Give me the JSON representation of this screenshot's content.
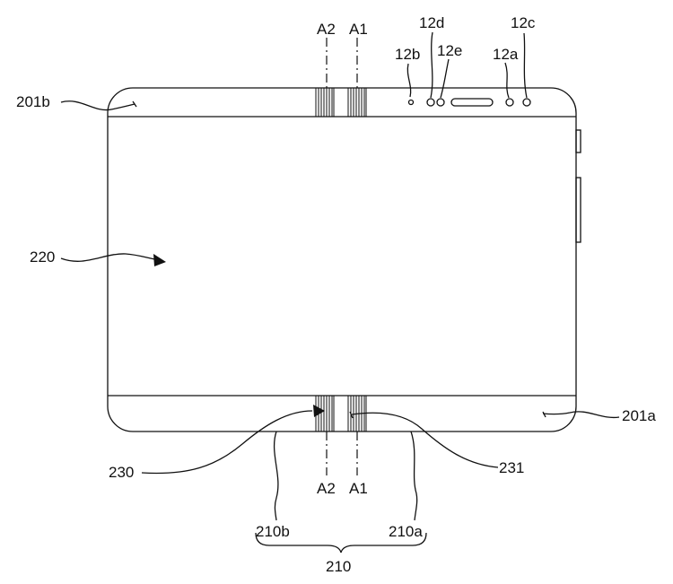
{
  "labels": {
    "l201b": "201b",
    "l220": "220",
    "l230": "230",
    "l231": "231",
    "l201a": "201a",
    "l210a": "210a",
    "l210b": "210b",
    "l210": "210",
    "a2_top": "A2",
    "a1_top": "A1",
    "a2_bottom": "A2",
    "a1_bottom": "A1",
    "l12b": "12b",
    "l12d": "12d",
    "l12e": "12e",
    "l12a": "12a",
    "l12c": "12c"
  }
}
